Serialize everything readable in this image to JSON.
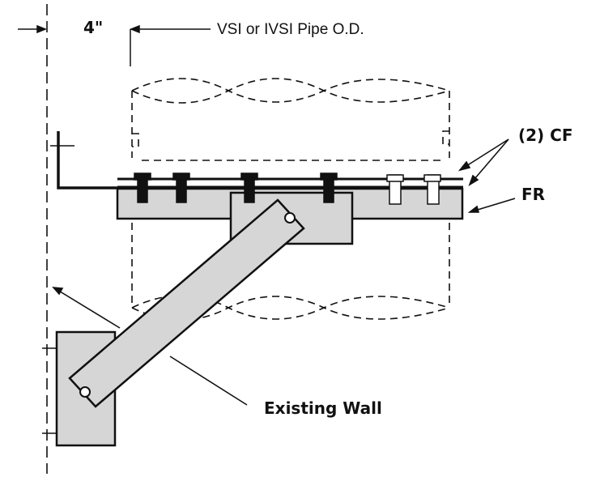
{
  "labels": {
    "dimension": "4\"",
    "pipe_od": "VSI or IVSI Pipe O.D.",
    "clamp_fasteners": "(2) CF",
    "frame": "FR",
    "existing_wall": "Existing Wall"
  },
  "colors": {
    "line": "#111111",
    "fill": "#d6d6d6",
    "background": "#ffffff"
  }
}
